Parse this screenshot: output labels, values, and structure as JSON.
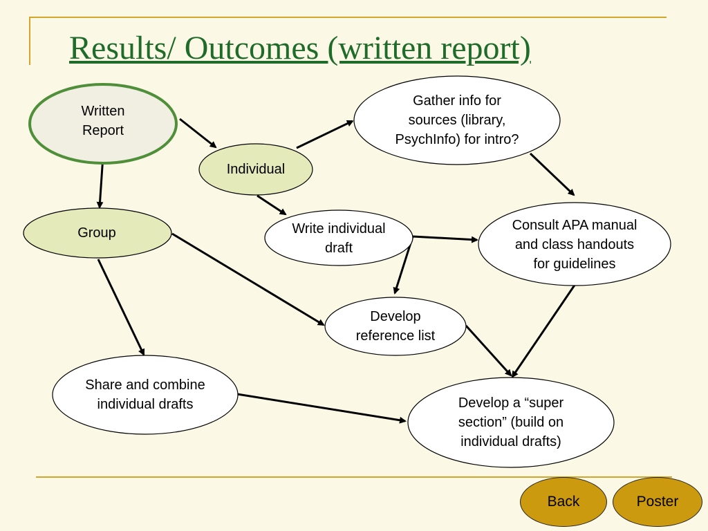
{
  "title": "Results/ Outcomes (written report)",
  "nodes": {
    "written_report": "Written\nReport",
    "individual": "Individual",
    "group": "Group",
    "gather_info": "Gather info for\nsources (library,\nPsychInfo) for intro?",
    "write_draft": "Write individual\ndraft",
    "consult_apa": "Consult APA manual\nand class handouts\nfor guidelines",
    "develop_reference": "Develop\nreference list",
    "share_combine": "Share and combine\nindividual drafts",
    "super_section": "Develop a “super\nsection” (build on\nindividual drafts)"
  },
  "buttons": {
    "back": "Back",
    "poster": "Poster"
  },
  "colors": {
    "background": "#fbf8e6",
    "accent_rule": "#d4a52b",
    "title": "#1f6b2a",
    "root_node_fill": "#f1efe1",
    "root_node_border": "#4f8f3a",
    "green_node_fill": "#e5eabb",
    "button_fill": "#cc9a0f"
  }
}
